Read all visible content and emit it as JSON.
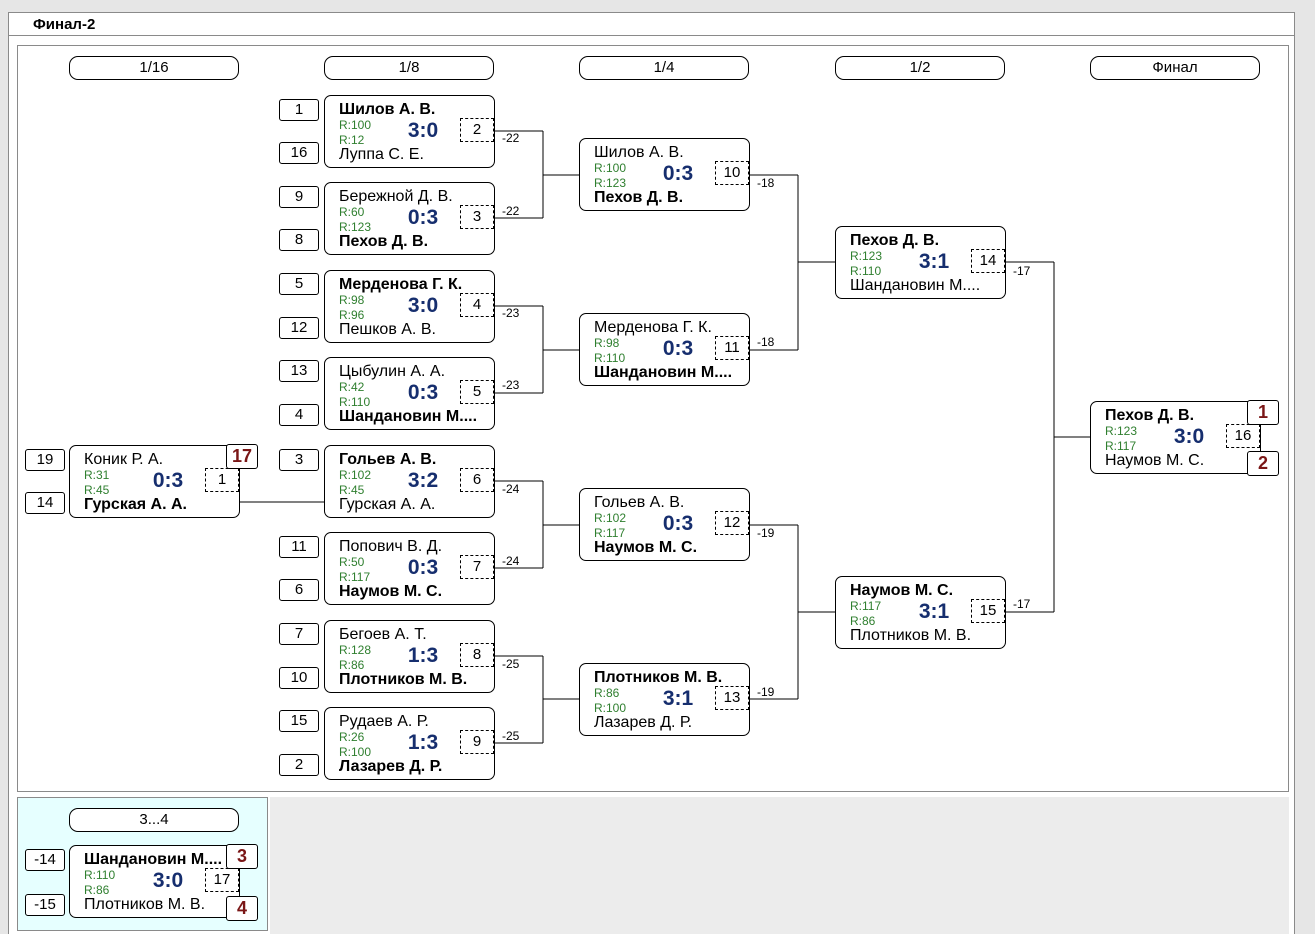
{
  "window": {
    "title": "Финал-2"
  },
  "rounds": [
    "1/16",
    "1/8",
    "1/4",
    "1/2",
    "Финал"
  ],
  "third_place": {
    "header": "3...4",
    "match": {
      "p1": "Шандановин М....",
      "p2": "Плотников М. В.",
      "r1": "R:110",
      "r2": "R:86",
      "score": "3:0",
      "num": "17",
      "seed1": "-14",
      "seed2": "-15",
      "place1": "3",
      "place2": "4"
    }
  },
  "r16": [
    {
      "p1": "Коник Р. А.",
      "p2": "Гурская А. А.",
      "r1": "R:31",
      "r2": "R:45",
      "score": "0:3",
      "num": "1",
      "seed1": "19",
      "seed2": "14",
      "place": "17"
    }
  ],
  "r8": [
    {
      "p1": "Шилов А. В.",
      "p2": "Луппа С. Е.",
      "r1": "R:100",
      "r2": "R:12",
      "score": "3:0",
      "num": "2",
      "seed1": "1",
      "seed2": "16",
      "loss": "-22"
    },
    {
      "p1": "Бережной Д. В.",
      "p2": "Пехов Д. В.",
      "r1": "R:60",
      "r2": "R:123",
      "score": "0:3",
      "num": "3",
      "seed1": "9",
      "seed2": "8",
      "loss": "-22"
    },
    {
      "p1": "Мерденова Г. К.",
      "p2": "Пешков А. В.",
      "r1": "R:98",
      "r2": "R:96",
      "score": "3:0",
      "num": "4",
      "seed1": "5",
      "seed2": "12",
      "loss": "-23"
    },
    {
      "p1": "Цыбулин А. А.",
      "p2": "Шандановин М....",
      "r1": "R:42",
      "r2": "R:110",
      "score": "0:3",
      "num": "5",
      "seed1": "13",
      "seed2": "4",
      "loss": "-23"
    },
    {
      "p1": "Гольев А. В.",
      "p2": "Гурская А. А.",
      "r1": "R:102",
      "r2": "R:45",
      "score": "3:2",
      "num": "6",
      "seed1": "3",
      "seed2": "",
      "loss": "-24"
    },
    {
      "p1": "Попович В. Д.",
      "p2": "Наумов М. С.",
      "r1": "R:50",
      "r2": "R:117",
      "score": "0:3",
      "num": "7",
      "seed1": "11",
      "seed2": "6",
      "loss": "-24"
    },
    {
      "p1": "Бегоев А. Т.",
      "p2": "Плотников М. В.",
      "r1": "R:128",
      "r2": "R:86",
      "score": "1:3",
      "num": "8",
      "seed1": "7",
      "seed2": "10",
      "loss": "-25"
    },
    {
      "p1": "Рудаев А. Р.",
      "p2": "Лазарев Д. Р.",
      "r1": "R:26",
      "r2": "R:100",
      "score": "1:3",
      "num": "9",
      "seed1": "15",
      "seed2": "2",
      "loss": "-25"
    }
  ],
  "r4": [
    {
      "p1": "Шилов А. В.",
      "p2": "Пехов Д. В.",
      "r1": "R:100",
      "r2": "R:123",
      "score": "0:3",
      "num": "10",
      "loss": "-18"
    },
    {
      "p1": "Мерденова Г. К.",
      "p2": "Шандановин М....",
      "r1": "R:98",
      "r2": "R:110",
      "score": "0:3",
      "num": "11",
      "loss": "-18"
    },
    {
      "p1": "Гольев А. В.",
      "p2": "Наумов М. С.",
      "r1": "R:102",
      "r2": "R:117",
      "score": "0:3",
      "num": "12",
      "loss": "-19"
    },
    {
      "p1": "Плотников М. В.",
      "p2": "Лазарев Д. Р.",
      "r1": "R:86",
      "r2": "R:100",
      "score": "3:1",
      "num": "13",
      "loss": "-19"
    }
  ],
  "r2": [
    {
      "p1": "Пехов Д. В.",
      "p2": "Шандановин М....",
      "r1": "R:123",
      "r2": "R:110",
      "score": "3:1",
      "num": "14",
      "loss": "-17"
    },
    {
      "p1": "Наумов М. С.",
      "p2": "Плотников М. В.",
      "r1": "R:117",
      "r2": "R:86",
      "score": "3:1",
      "num": "15",
      "loss": "-17"
    }
  ],
  "final": {
    "p1": "Пехов Д. В.",
    "p2": "Наумов М. С.",
    "r1": "R:123",
    "r2": "R:117",
    "score": "3:0",
    "num": "16",
    "place1": "1",
    "place2": "2"
  },
  "colors": {
    "score": "#162e6e",
    "rating": "#2f7f2f",
    "place": "#7a1616",
    "third_panel_bg": "#e6ffff"
  }
}
